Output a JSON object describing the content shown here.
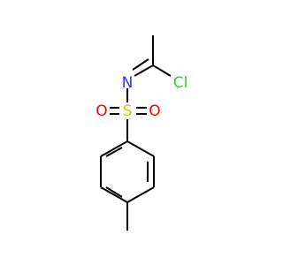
{
  "molecule": {
    "atoms": {
      "nitrogen": {
        "symbol": "N",
        "color": "#3333ff"
      },
      "chlorine": {
        "symbol": "Cl",
        "color": "#33cc33"
      },
      "sulfur": {
        "symbol": "S",
        "color": "#cccc00"
      },
      "oxygen_left": {
        "symbol": "O",
        "color": "#ff0000"
      },
      "oxygen_right": {
        "symbol": "O",
        "color": "#ff0000"
      }
    },
    "bond_color": "#000000"
  }
}
